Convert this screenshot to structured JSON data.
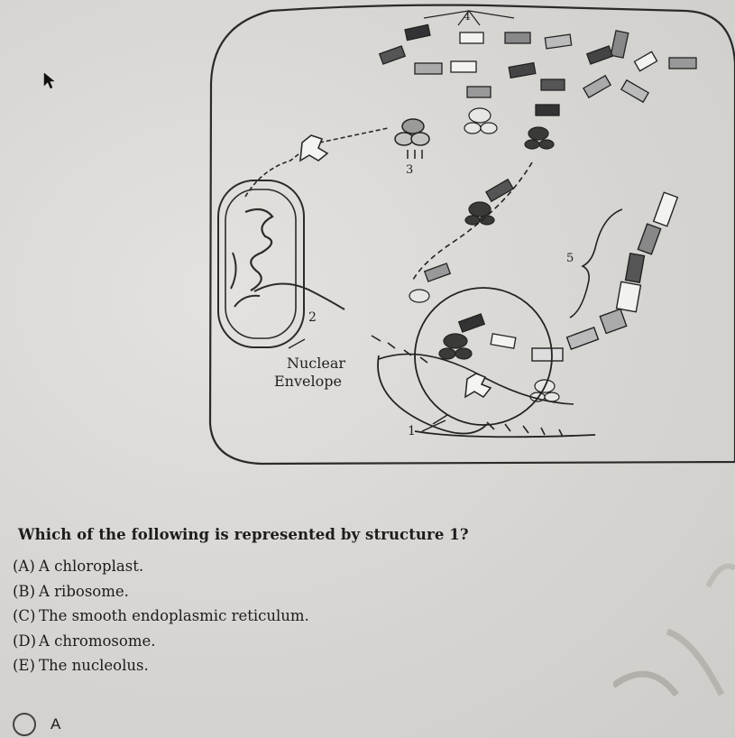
{
  "diagram": {
    "labels": {
      "one": "1",
      "two": "2",
      "three": "3",
      "four": "4",
      "five": "5",
      "nuclear_line1": "Nuclear",
      "nuclear_line2": "Envelope"
    }
  },
  "question": {
    "text": "Which of the following is represented by structure 1?",
    "options": [
      {
        "letter": "(A)",
        "text": "A chloroplast."
      },
      {
        "letter": "(B)",
        "text": "A ribosome."
      },
      {
        "letter": "(C)",
        "text": "The smooth endoplasmic reticulum."
      },
      {
        "letter": "(D)",
        "text": "A chromosome."
      },
      {
        "letter": "(E)",
        "text": "The nucleolus."
      }
    ]
  },
  "answer": {
    "option_label": "A"
  }
}
